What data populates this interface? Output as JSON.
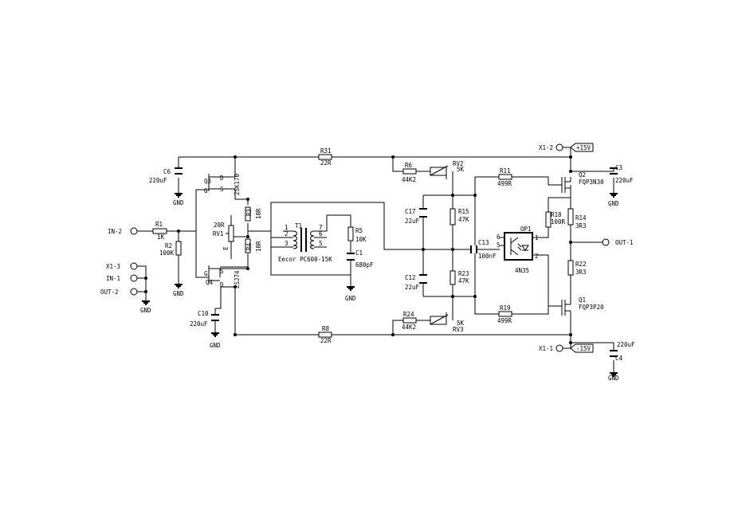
{
  "nets": {
    "gnd": "GND"
  },
  "ports": {
    "in2": "IN-2",
    "x13": "X1-3",
    "in1": "IN-1",
    "out2": "OUT-2",
    "x12": "X1-2",
    "x11": "X1-1",
    "out1": "OUT-1",
    "pos15": "+15V",
    "neg15": "-15V"
  },
  "components": {
    "r1": {
      "ref": "R1",
      "value": "1K"
    },
    "r2": {
      "ref": "R2",
      "value": "100K"
    },
    "r3": {
      "ref": "R3",
      "value": "10R"
    },
    "r4": {
      "ref": "R4",
      "value": "10R"
    },
    "rv1": {
      "ref": "RV1",
      "value": "20R"
    },
    "q3": {
      "ref": "Q3",
      "value": "2SK170"
    },
    "q4": {
      "ref": "Q4",
      "value": "2SJ74"
    },
    "c6": {
      "ref": "C6",
      "value": "220uF"
    },
    "c10": {
      "ref": "C10",
      "value": "220uF"
    },
    "r31": {
      "ref": "R31",
      "value": "22R"
    },
    "r8": {
      "ref": "R8",
      "value": "22R"
    },
    "t1": {
      "ref": "T1",
      "value": "Eecor PC600-15K"
    },
    "r5": {
      "ref": "R5",
      "value": "10K"
    },
    "c1": {
      "ref": "C1",
      "value": "680pF"
    },
    "r6": {
      "ref": "R6",
      "value": "44K2"
    },
    "r24": {
      "ref": "R24",
      "value": "44K2"
    },
    "rv2": {
      "ref": "RV2",
      "value": "5K"
    },
    "rv3": {
      "ref": "RV3",
      "value": "5K"
    },
    "c17": {
      "ref": "C17",
      "value": "22uF"
    },
    "c12": {
      "ref": "C12",
      "value": "22uF"
    },
    "r15": {
      "ref": "R15",
      "value": "47K"
    },
    "r23": {
      "ref": "R23",
      "value": "47K"
    },
    "c13": {
      "ref": "C13",
      "value": "100nF"
    },
    "r11": {
      "ref": "R11",
      "value": "499R"
    },
    "r19": {
      "ref": "R19",
      "value": "499R"
    },
    "op1": {
      "ref": "OP1",
      "value": "4N35"
    },
    "q2": {
      "ref": "Q2",
      "value": "FQP3N30"
    },
    "q1": {
      "ref": "Q1",
      "value": "FQP3P20"
    },
    "r18": {
      "ref": "R18",
      "value": "100R"
    },
    "r14": {
      "ref": "R14",
      "value": "3R3"
    },
    "r22": {
      "ref": "R22",
      "value": "3R3"
    },
    "c3": {
      "ref": "C3",
      "value": "220uF"
    },
    "c4": {
      "ref": "C4",
      "value": "220uF"
    }
  },
  "pins": {
    "d": "D",
    "s": "S",
    "g": "G",
    "e": "E",
    "t1_1": "1",
    "t1_2": "2",
    "t1_3": "3",
    "t1_7": "7",
    "t1_6": "6",
    "t1_5": "5",
    "op1_6": "6",
    "op1_5": "5",
    "op1_1": "1",
    "op1_2": "2"
  }
}
